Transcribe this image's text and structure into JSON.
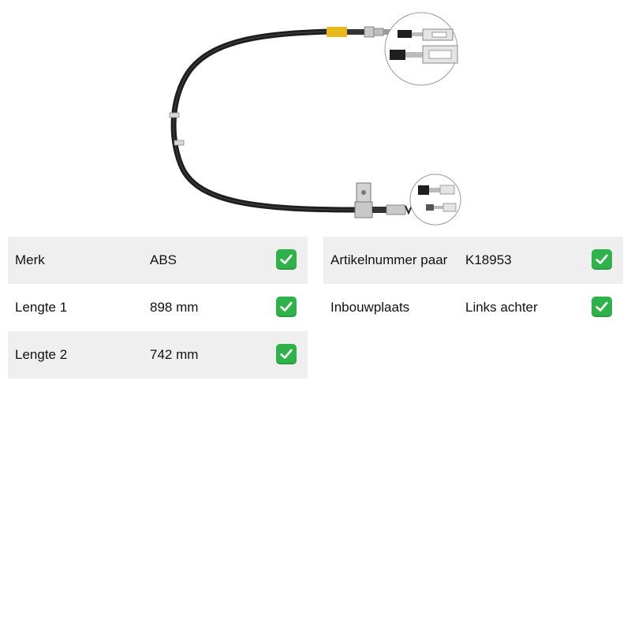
{
  "product": {
    "image_icon": "handbrake-cable-image"
  },
  "specs_left": [
    {
      "label": "Merk",
      "value": "ABS",
      "shaded": true
    },
    {
      "label": "Lengte 1",
      "value": "898 mm",
      "shaded": false
    },
    {
      "label": "Lengte 2",
      "value": "742 mm",
      "shaded": true
    }
  ],
  "specs_right": [
    {
      "label": "Artikelnummer paar",
      "value": "K18953",
      "shaded": true
    },
    {
      "label": "Inbouwplaats",
      "value": "Links achter",
      "shaded": false
    }
  ],
  "colors": {
    "row_shade": "#efefef",
    "check_green": "#2fb24a",
    "cable_black": "#1e1e1e",
    "sleeve_yellow": "#e8b81d"
  },
  "icons": {
    "check": "check-mark-icon"
  }
}
